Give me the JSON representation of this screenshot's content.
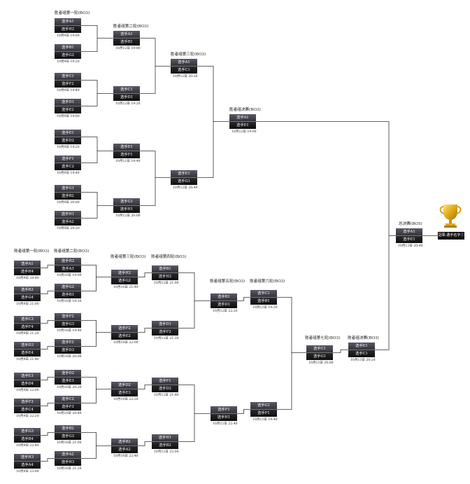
{
  "rounds": [
    {
      "label": "胜者组第一轮(BO3)"
    },
    {
      "label": "胜者组第二轮(BO3)"
    },
    {
      "label": "胜者组第三轮(BO3)"
    },
    {
      "label": "胜者组决赛(BO3)"
    },
    {
      "label": "总决赛(BO5)"
    },
    {
      "label": "败者组第一轮(BO3)"
    },
    {
      "label": "败者组第二轮(BO3)"
    },
    {
      "label": "败者组第三轮(BO3)"
    },
    {
      "label": "败者组第四轮(BO3)"
    },
    {
      "label": "败者组第五轮(BO3)"
    },
    {
      "label": "败者组第六轮(BO3)"
    },
    {
      "label": "败者组第七轮(BO3)"
    },
    {
      "label": "败者组决赛(BO3)"
    }
  ],
  "matches": [
    {
      "id": "wr1a",
      "p1": "选手A1",
      "p2": "选手H2",
      "time": "10月9日 19:00"
    },
    {
      "id": "wr1b",
      "p1": "选手B1",
      "p2": "选手G2",
      "time": "10月9日 19:20"
    },
    {
      "id": "wr1c",
      "p1": "选手C1",
      "p2": "选手F2",
      "time": "10月9日 19:40"
    },
    {
      "id": "wr1d",
      "p1": "选手D1",
      "p2": "选手E2",
      "time": "10月9日 19:00"
    },
    {
      "id": "wr1e",
      "p1": "选手E1",
      "p2": "选手D2",
      "time": "10月9日 19:20"
    },
    {
      "id": "wr1f",
      "p1": "选手F1",
      "p2": "选手C2",
      "time": "10月9日 19:40"
    },
    {
      "id": "wr1g",
      "p1": "选手G1",
      "p2": "选手B2",
      "time": "10月9日 20:00"
    },
    {
      "id": "wr1h",
      "p1": "选手H1",
      "p2": "选手A2",
      "time": "10月9日 20:20"
    },
    {
      "id": "wr2a",
      "p1": "选手A1",
      "p2": "选手B1",
      "time": "10月12日 19:00"
    },
    {
      "id": "wr2b",
      "p1": "选手C1",
      "p2": "选手D1",
      "time": "10月12日 19:20"
    },
    {
      "id": "wr2c",
      "p1": "选手E1",
      "p2": "选手F1",
      "time": "10月12日 19:40"
    },
    {
      "id": "wr2d",
      "p1": "选手G1",
      "p2": "选手H1",
      "time": "10月12日 20:00"
    },
    {
      "id": "wr3a",
      "p1": "选手A1",
      "p2": "选手C1",
      "time": "10月12日 20:20"
    },
    {
      "id": "wr3b",
      "p1": "选手E1",
      "p2": "选手G1",
      "time": "10月12日 20:40"
    },
    {
      "id": "wf",
      "p1": "选手A1",
      "p2": "选手E1",
      "time": "10月12日 19:00"
    },
    {
      "id": "gf",
      "p1": "选手A1",
      "p2": "选手E1",
      "time": "10月13日 20:40"
    },
    {
      "id": "lr1a",
      "p1": "选手A1",
      "p2": "选手H4",
      "time": "10月9日 20:40"
    },
    {
      "id": "lr1b",
      "p1": "选手B3",
      "p2": "选手G4",
      "time": "10月9日 21:00"
    },
    {
      "id": "lr1c",
      "p1": "选手C3",
      "p2": "选手F4",
      "time": "10月9日 21:20"
    },
    {
      "id": "lr1d",
      "p1": "选手D3",
      "p2": "选手E4",
      "time": "10月9日 21:40"
    },
    {
      "id": "lr1e",
      "p1": "选手E3",
      "p2": "选手D4",
      "time": "10月9日 22:00"
    },
    {
      "id": "lr1f",
      "p1": "选手F3",
      "p2": "选手C4",
      "time": "10月9日 22:20"
    },
    {
      "id": "lr1g",
      "p1": "选手G3",
      "p2": "选手B4",
      "time": "10月9日 22:40"
    },
    {
      "id": "lr1h",
      "p1": "选手H3",
      "p2": "选手A4",
      "time": "10月9日 23:00"
    },
    {
      "id": "lr2a",
      "p1": "选手H2",
      "p2": "选手A3",
      "time": "10月10日 19:00"
    },
    {
      "id": "lr2b",
      "p1": "选手G2",
      "p2": "选手B3",
      "time": "10月10日 19:20"
    },
    {
      "id": "lr2c",
      "p1": "选手F2",
      "p2": "选手G3",
      "time": "10月10日 19:40"
    },
    {
      "id": "lr2d",
      "p1": "选手E2",
      "p2": "选手D3",
      "time": "10月10日 20:00"
    },
    {
      "id": "lr2e",
      "p1": "选手D2",
      "p2": "选手E3",
      "time": "10月10日 20:20"
    },
    {
      "id": "lr2f",
      "p1": "选手C2",
      "p2": "选手F3",
      "time": "10月10日 20:40"
    },
    {
      "id": "lr2g",
      "p1": "选手B2",
      "p2": "选手G3",
      "time": "10月10日 21:00"
    },
    {
      "id": "lr2h",
      "p1": "选手A2",
      "p2": "选手H3",
      "time": "10月10日 21:20"
    },
    {
      "id": "lr3a",
      "p1": "选手H2",
      "p2": "选手G2",
      "time": "10月10日 21:40"
    },
    {
      "id": "lr3b",
      "p1": "选手F2",
      "p2": "选手E2",
      "time": "10月10日 22:00"
    },
    {
      "id": "lr3c",
      "p1": "选手D2",
      "p2": "选手E3",
      "time": "10月10日 22:20"
    },
    {
      "id": "lr3d",
      "p1": "选手B2",
      "p2": "选手A2",
      "time": "10月10日 22:40"
    },
    {
      "id": "lr4a",
      "p1": "选手B1",
      "p2": "选手H2",
      "time": "10月12日 21:00"
    },
    {
      "id": "lr4b",
      "p1": "选手D1",
      "p2": "选手F2",
      "time": "10月12日 21:20"
    },
    {
      "id": "lr4c",
      "p1": "选手F1",
      "p2": "选手D2",
      "time": "10月12日 21:40"
    },
    {
      "id": "lr4d",
      "p1": "选手H1",
      "p2": "选手B2",
      "time": "10月12日 22:00"
    },
    {
      "id": "lr5a",
      "p1": "选手B1",
      "p2": "选手D1",
      "time": "10月12日 22:20"
    },
    {
      "id": "lr5b",
      "p1": "选手F1",
      "p2": "选手H1",
      "time": "10月12日 22:40"
    },
    {
      "id": "lr6a",
      "p1": "选手C1",
      "p2": "选手B1",
      "time": "10月13日 19:20"
    },
    {
      "id": "lr6b",
      "p1": "选手G1",
      "p2": "选手F1",
      "time": "10月13日 19:40"
    },
    {
      "id": "lr7",
      "p1": "选手C1",
      "p2": "选手G1",
      "time": "10月13日 20:00"
    },
    {
      "id": "lf",
      "p1": "选手E1",
      "p2": "选手C1",
      "time": "10月13日 20:20"
    }
  ],
  "champion": {
    "label": "冠軍:選手名字①"
  },
  "colors": {
    "line": "#333333",
    "slot_top": "#44444e",
    "slot_bottom": "#111111",
    "trophy": "#e0a817"
  },
  "icons": {
    "trophy": "trophy-icon"
  }
}
